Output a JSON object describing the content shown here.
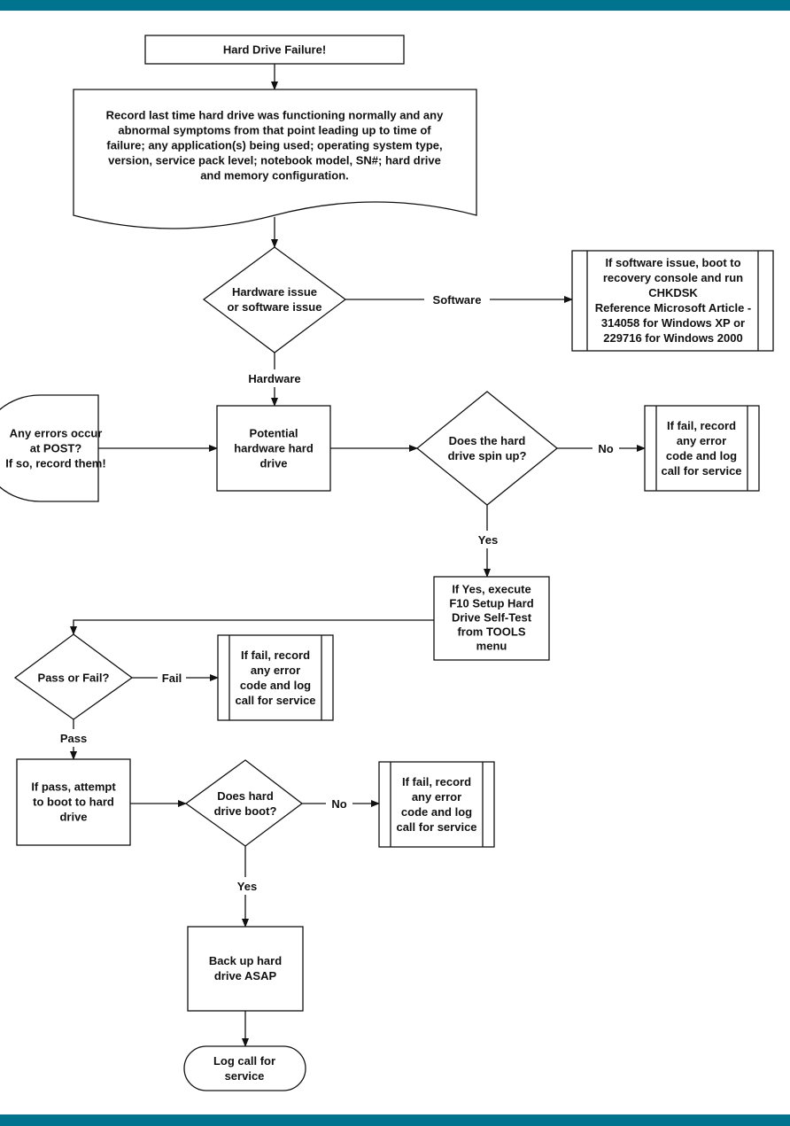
{
  "colors": {
    "band": "#00748f",
    "stroke": "#111111"
  },
  "nodes": {
    "start": [
      "Hard Drive Failure!"
    ],
    "record": [
      "Record last time hard drive was functioning normally and any",
      "abnormal symptoms from that point leading up to time of",
      "failure; any application(s) being used; operating system type,",
      "version, service pack level; notebook model, SN#; hard drive",
      "and memory configuration."
    ],
    "hw_sw": [
      "Hardware issue",
      "or software issue"
    ],
    "software_action": [
      "If software issue, boot to",
      "recovery console and run",
      "CHKDSK",
      "Reference Microsoft Article -",
      "314058 for Windows XP or",
      "229716 for Windows 2000"
    ],
    "post_errors": [
      "Any errors occur",
      "at POST?",
      "If so, record them!"
    ],
    "potential_hw": [
      "Potential",
      "hardware hard",
      "drive"
    ],
    "spin_up": [
      "Does the hard",
      "drive spin up?"
    ],
    "spin_fail": [
      "If fail, record",
      "any error",
      "code and log",
      "call for service"
    ],
    "self_test": [
      "If Yes, execute",
      "F10 Setup Hard",
      "Drive Self-Test",
      "from TOOLS",
      "menu"
    ],
    "pass_fail": [
      "Pass or Fail?"
    ],
    "test_fail": [
      "If fail, record",
      "any error",
      "code and log",
      "call for service"
    ],
    "attempt_boot": [
      "If pass, attempt",
      "to boot to hard",
      "drive"
    ],
    "drive_boot": [
      "Does hard",
      "drive boot?"
    ],
    "boot_fail": [
      "If fail, record",
      "any error",
      "code and log",
      "call for service"
    ],
    "backup": [
      "Back up hard",
      "drive ASAP"
    ],
    "log_call": [
      "Log call for",
      "service"
    ]
  },
  "edge_labels": {
    "software": "Software",
    "hardware": "Hardware",
    "no_spin": "No",
    "yes_spin": "Yes",
    "fail": "Fail",
    "pass": "Pass",
    "no_boot": "No",
    "yes_boot": "Yes"
  }
}
